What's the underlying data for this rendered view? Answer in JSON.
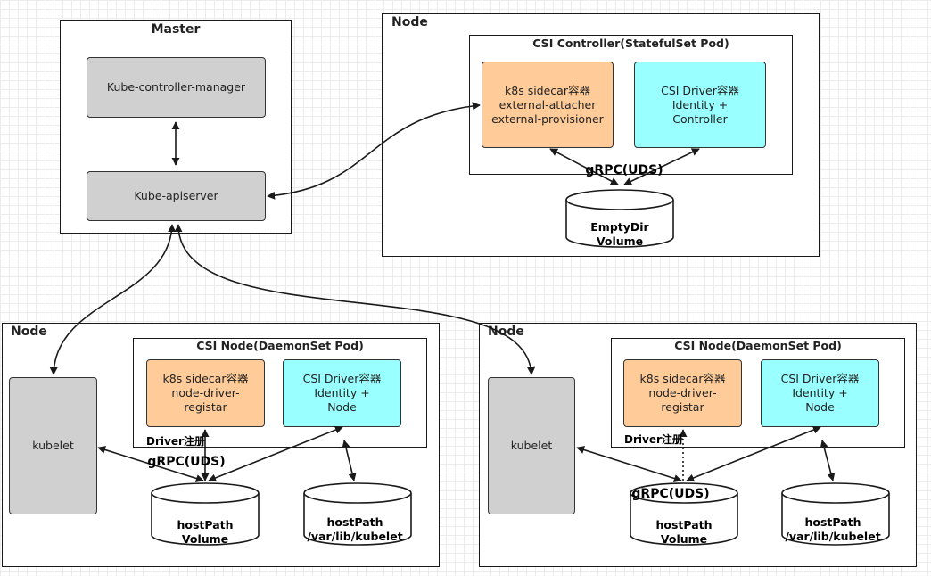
{
  "master": {
    "title": "Master",
    "controller_manager": "Kube-controller-manager",
    "apiserver": "Kube-apiserver"
  },
  "controller_node": {
    "title": "Node",
    "pod_title": "CSI Controller(StatefulSet Pod)",
    "sidecar": [
      "k8s sidecar容器",
      "external-attacher",
      "external-provisioner"
    ],
    "driver": [
      "CSI Driver容器",
      "Identity +",
      "Controller"
    ],
    "grpc": "gRPC(UDS)",
    "volume": [
      "EmptyDir",
      "Volume"
    ]
  },
  "node_left": {
    "title": "Node",
    "pod_title": "CSI Node(DaemonSet Pod)",
    "kubelet": "kubelet",
    "sidecar": [
      "k8s sidecar容器",
      "node-driver-",
      "registar"
    ],
    "driver": [
      "CSI Driver容器",
      "Identity +",
      "Node"
    ],
    "driver_reg": "Driver注册",
    "grpc": "gRPC(UDS)",
    "volume1": [
      "hostPath",
      "Volume"
    ],
    "volume2": [
      "hostPath",
      "/var/lib/kubelet"
    ]
  },
  "node_right": {
    "title": "Node",
    "pod_title": "CSI Node(DaemonSet Pod)",
    "kubelet": "kubelet",
    "sidecar": [
      "k8s sidecar容器",
      "node-driver-",
      "registar"
    ],
    "driver": [
      "CSI Driver容器",
      "Identity +",
      "Node"
    ],
    "driver_reg": "Driver注册",
    "grpc": "gRPC(UDS)",
    "volume1": [
      "hostPath",
      "Volume"
    ],
    "volume2": [
      "hostPath",
      "/var/lib/kubelet"
    ]
  },
  "colors": {
    "gray_box": "#d0d0d0",
    "sidecar_box": "#ffcc99",
    "driver_box": "#99ffff",
    "line": "#1a1a1a"
  }
}
